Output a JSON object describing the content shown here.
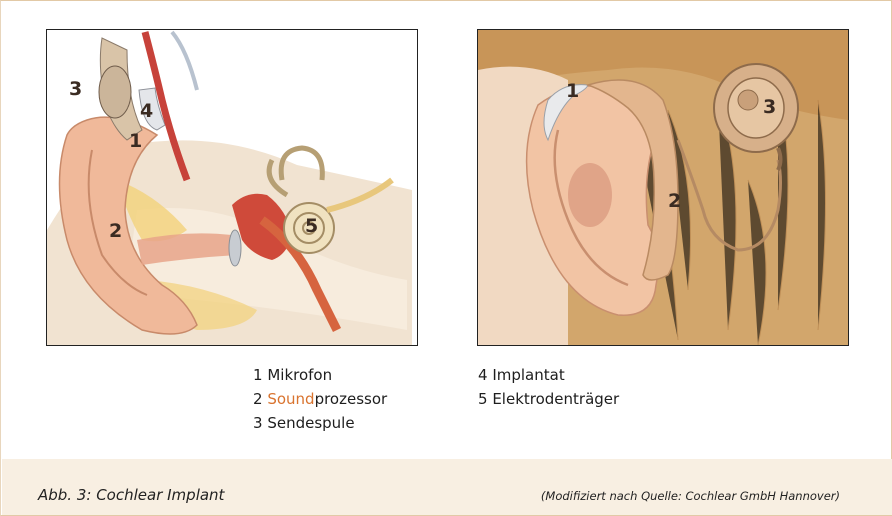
{
  "figure": {
    "left_labels": [
      "3",
      "4",
      "1",
      "2",
      "5"
    ],
    "right_labels": [
      "1",
      "2",
      "3"
    ]
  },
  "legend": {
    "col1": [
      {
        "num": "1",
        "text": "Mikrofon"
      },
      {
        "num": "2",
        "accent": "Sound",
        "rest": "prozessor"
      },
      {
        "num": "3",
        "text": "Sendespule"
      }
    ],
    "col2": [
      {
        "num": "4",
        "text": "Implantat"
      },
      {
        "num": "5",
        "text": "Elektrodenträger"
      }
    ],
    "accent_color": "#d9732e"
  },
  "caption": {
    "title": "Abb. 3: Cochlear Implant",
    "source": "(Modifiziert nach Quelle: Cochlear GmbH Hannover)",
    "background": "#f8efe2"
  }
}
